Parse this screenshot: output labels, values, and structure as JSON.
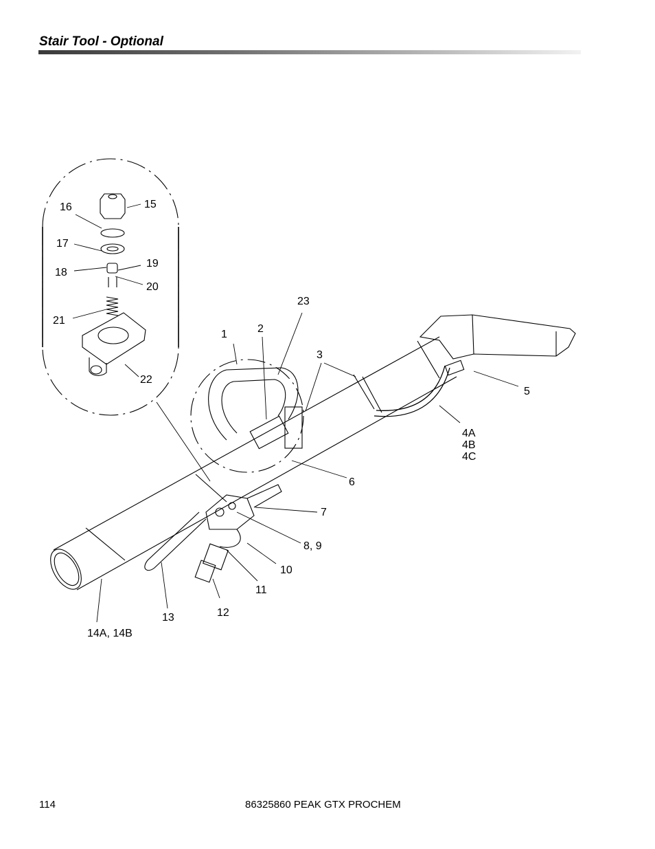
{
  "header": {
    "title": "Stair Tool - Optional"
  },
  "footer": {
    "page_number": "114",
    "document": "86325860 PEAK GTX PROCHEM"
  },
  "callouts": {
    "c1": "1",
    "c2": "2",
    "c3": "3",
    "c4": "4A",
    "c4b": "4B",
    "c4c": "4C",
    "c5": "5",
    "c6": "6",
    "c7": "7",
    "c8": "8, 9",
    "c10": "10",
    "c11": "11",
    "c12": "12",
    "c13": "13",
    "c14": "14A, 14B",
    "c15": "15",
    "c16": "16",
    "c17": "17",
    "c18": "18",
    "c19": "19",
    "c20": "20",
    "c21": "21",
    "c22": "22",
    "c23": "23"
  }
}
